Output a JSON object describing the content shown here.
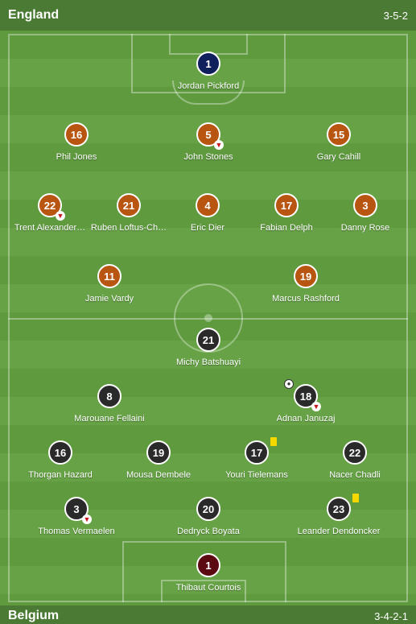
{
  "home": {
    "team": "England",
    "formation": "3-5-2",
    "players": [
      {
        "number": "1",
        "name": "Jordan Pickford"
      },
      {
        "number": "16",
        "name": "Phil Jones"
      },
      {
        "number": "5",
        "name": "John Stones"
      },
      {
        "number": "15",
        "name": "Gary Cahill"
      },
      {
        "number": "22",
        "name": "Trent Alexander…"
      },
      {
        "number": "21",
        "name": "Ruben Loftus-Ch…"
      },
      {
        "number": "4",
        "name": "Eric Dier"
      },
      {
        "number": "17",
        "name": "Fabian Delph"
      },
      {
        "number": "3",
        "name": "Danny Rose"
      },
      {
        "number": "11",
        "name": "Jamie Vardy"
      },
      {
        "number": "19",
        "name": "Marcus Rashford"
      }
    ]
  },
  "away": {
    "team": "Belgium",
    "formation": "3-4-2-1",
    "players": [
      {
        "number": "21",
        "name": "Michy Batshuayi"
      },
      {
        "number": "8",
        "name": "Marouane Fellaini"
      },
      {
        "number": "18",
        "name": "Adnan Januzaj"
      },
      {
        "number": "16",
        "name": "Thorgan Hazard"
      },
      {
        "number": "19",
        "name": "Mousa Dembele"
      },
      {
        "number": "17",
        "name": "Youri Tielemans"
      },
      {
        "number": "22",
        "name": "Nacer Chadli"
      },
      {
        "number": "3",
        "name": "Thomas Vermaelen"
      },
      {
        "number": "20",
        "name": "Dedryck Boyata"
      },
      {
        "number": "23",
        "name": "Leander Dendoncker"
      },
      {
        "number": "1",
        "name": "Thibaut Courtois"
      }
    ]
  },
  "icons": {
    "substitution": "sub-out-arrow-icon",
    "yellow_card": "yellow-card-icon",
    "goal": "football-icon"
  },
  "colors": {
    "england": "#b85510",
    "belgium": "#2a2a2a",
    "england_gk": "#0f1f5c",
    "belgium_gk": "#5c0a12",
    "yellow_card": "#f5d800"
  }
}
